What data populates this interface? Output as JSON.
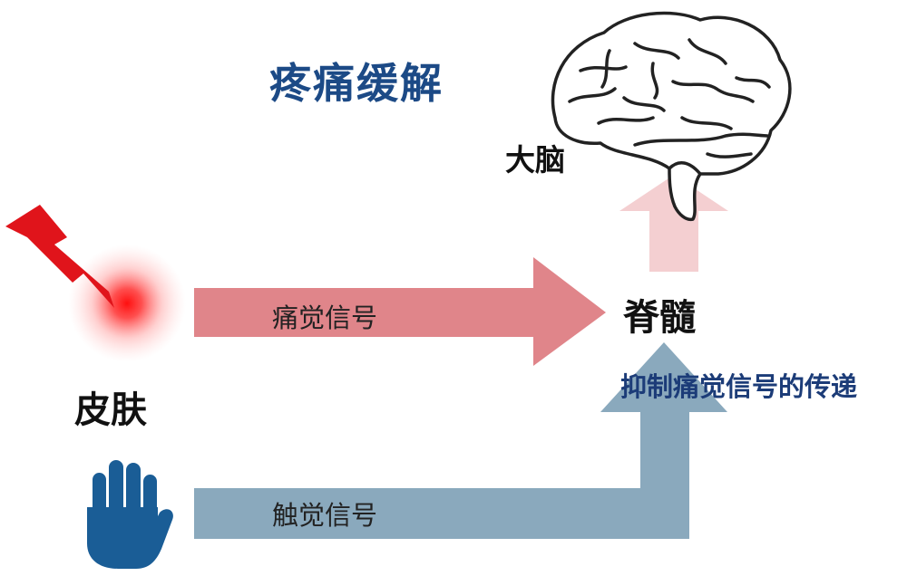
{
  "title": "疼痛缓解",
  "nodes": {
    "brain": "大脑",
    "spinal_cord": "脊髓",
    "skin": "皮肤"
  },
  "signals": {
    "pain": "痛觉信号",
    "touch": "触觉信号"
  },
  "annotation": "抑制痛觉信号的传递",
  "colors": {
    "title": "#1c4a86",
    "pain_arrow": "#e0858a",
    "touch_arrow": "#8aa9bd",
    "up_arrow_to_brain": "#f4cfd1",
    "hand": "#1a5d96",
    "lightning": "#e0141b",
    "pain_glow": "#ff2a2a",
    "brain_stroke": "#222222"
  },
  "icons": [
    "brain-icon",
    "lightning-icon",
    "pain-glow-icon",
    "hand-icon"
  ]
}
